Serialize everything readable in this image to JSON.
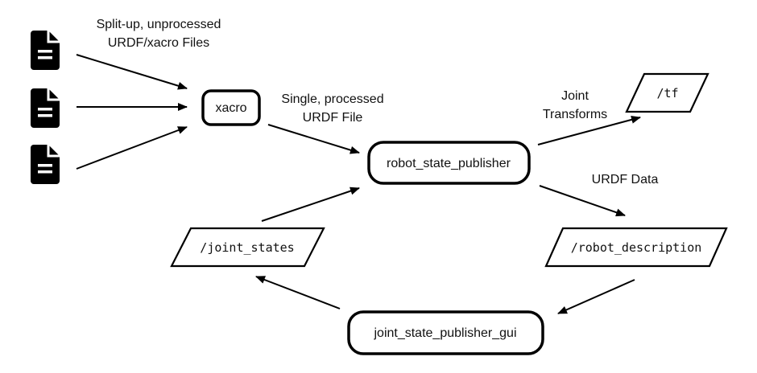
{
  "nodes": {
    "xacro": "xacro",
    "rsp": "robot_state_publisher",
    "jspg": "joint_state_publisher_gui"
  },
  "topics": {
    "tf": "/tf",
    "joint_states": "/joint_states",
    "robot_description": "/robot_description"
  },
  "edge_labels": {
    "files_line1": "Split-up, unprocessed",
    "files_line2": "URDF/xacro Files",
    "single_line1": "Single, processed",
    "single_line2": "URDF File",
    "joint_line1": "Joint",
    "joint_line2": "Transforms",
    "urdf_data": "URDF Data"
  },
  "icons": [
    "document-icon",
    "document-icon",
    "document-icon"
  ]
}
